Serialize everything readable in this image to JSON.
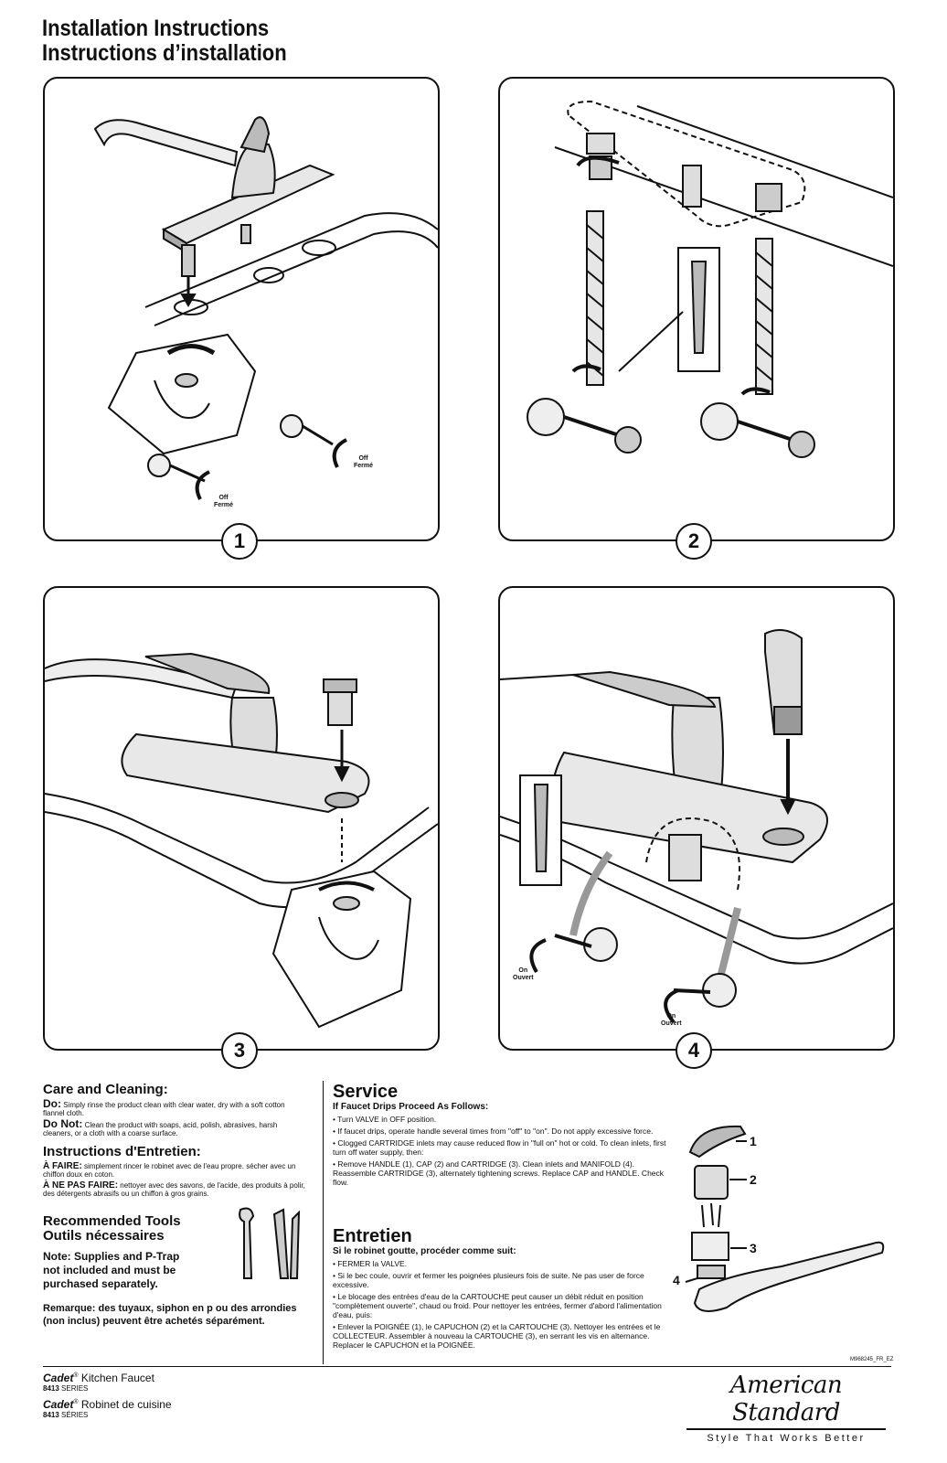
{
  "header": {
    "title_en": "Installation Instructions",
    "title_fr": "Instructions d’installation"
  },
  "steps": {
    "s1": "1",
    "s2": "2",
    "s3": "3",
    "s4": "4"
  },
  "labels": {
    "off": "Off",
    "ferme": "Fermé",
    "on": "On",
    "ouvert": "Ouvert"
  },
  "care": {
    "title": "Care and Cleaning:",
    "do_label": "Do:",
    "do_text": "Simply rinse the product clean with clear water, dry with a soft cotton flannel cloth.",
    "dont_label": "Do Not:",
    "dont_text": "Clean the product with soaps, acid, polish, abrasives, harsh cleaners, or a cloth with a coarse surface.",
    "fr_title": "Instructions d'Entretien:",
    "faire_label": "À FAIRE:",
    "faire_text": "simplement rincer le robinet avec de l'eau propre. sécher avec un chiffon doux en coton.",
    "nepas_label": "À NE PAS FAIRE:",
    "nepas_text": "nettoyer avec des savons, de l'acide, des produits à polir, des détergents abrasifs ou un chiffon à gros grains."
  },
  "tools": {
    "title_en": "Recommended Tools",
    "title_fr": "Outils nécessaires",
    "note_en": "Note: Supplies and P-Trap not included and must be purchased separately.",
    "note_fr": "Remarque: des tuyaux, siphon en p ou des arrondies (non inclus) peuvent être achetés séparément."
  },
  "service": {
    "title": "Service",
    "subtitle": "If Faucet Drips Proceed As Follows:",
    "items": [
      "• Turn VALVE in OFF position.",
      "• If faucet drips, operate handle several times from \"off\" to \"on\". Do not apply excessive force.",
      "• Clogged CARTRIDGE inlets may cause reduced flow in \"full on\" hot or cold. To clean inlets, first turn off water supply, then:",
      "• Remove HANDLE (1), CAP (2) and CARTRIDGE (3). Clean inlets and MANIFOLD (4). Reassemble CARTRIDGE (3), alternately tightening screws. Replace CAP and HANDLE. Check flow."
    ]
  },
  "entretien": {
    "title": "Entretien",
    "subtitle": "Si le robinet goutte, procéder comme suit:",
    "items": [
      "• FERMER la VALVE.",
      "• Si le bec coule, ouvrir et fermer les poignées plusieurs fois de suite. Ne pas user de force excessive.",
      "• Le blocage des entrées d'eau de la CARTOUCHE peut causer un débit réduit en position \"complètement ouverte\", chaud ou froid. Pour nettoyer les entrées, fermer d'abord l'alimentation d'eau, puis:",
      "• Enlever la POIGNÉE (1), le CAPUCHON (2) et la CARTOUCHE (3). Nettoyer les entrées et le COLLECTEUR. Assembler à nouveau la CARTOUCHE (3), en serrant les vis en alternance. Replacer le CAPUCHON et la POIGNÉE."
    ]
  },
  "parts": {
    "p1": "1",
    "p2": "2",
    "p3": "3",
    "p4": "4"
  },
  "doc_code": "M968245_FR_EZ",
  "footer": {
    "product_en": "Kitchen Faucet",
    "series_en": "SERIES",
    "product_fr": "Robinet de cuisine",
    "series_fr": "SÉRIES",
    "brand_name": "Cadet",
    "reg": "®",
    "model": "8413",
    "logo_text": "American Standard",
    "tagline": "Style That Works Better"
  }
}
